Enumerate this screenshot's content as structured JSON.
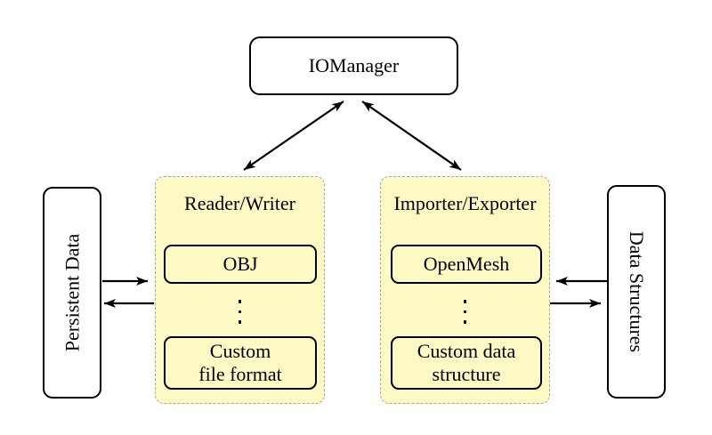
{
  "colors": {
    "background": "#ffffff",
    "container_fill": "#FCF9C5",
    "container_border": "#A6A6A6",
    "node_border": "#000000",
    "arrow": "#000000"
  },
  "nodes": {
    "iomanager": {
      "label": "IOManager"
    },
    "persistent_data": {
      "label": "Persistent Data"
    },
    "data_structures": {
      "label": "Data Structures"
    },
    "reader_writer": {
      "title": "Reader/Writer",
      "items": [
        {
          "lines": [
            "OBJ"
          ]
        },
        {
          "lines": [
            "Custom",
            "file format"
          ]
        }
      ]
    },
    "importer_exporter": {
      "title": "Importer/Exporter",
      "items": [
        {
          "lines": [
            "OpenMesh"
          ]
        },
        {
          "lines": [
            "Custom data",
            "structure"
          ]
        }
      ]
    }
  },
  "edges": [
    {
      "from": "iomanager",
      "to": "reader_writer",
      "direction": "bidirectional"
    },
    {
      "from": "iomanager",
      "to": "importer_exporter",
      "direction": "bidirectional"
    },
    {
      "from": "persistent_data",
      "to": "reader_writer",
      "direction": "one-way"
    },
    {
      "from": "reader_writer",
      "to": "persistent_data",
      "direction": "one-way"
    },
    {
      "from": "data_structures",
      "to": "importer_exporter",
      "direction": "one-way"
    },
    {
      "from": "importer_exporter",
      "to": "data_structures",
      "direction": "one-way"
    }
  ]
}
